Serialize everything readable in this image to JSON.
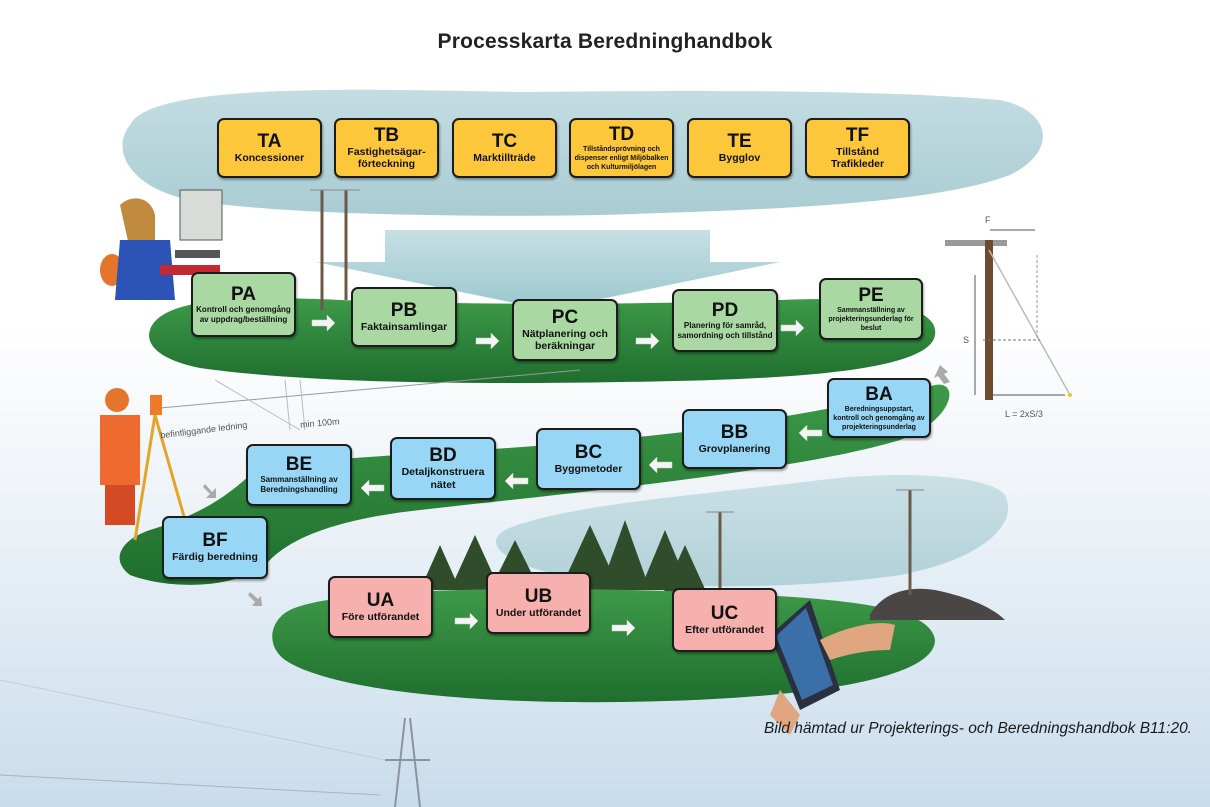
{
  "title": "Processkarta Beredninghandbok",
  "colors": {
    "tillstand": "#fcc73b",
    "projektering": "#a9d8a3",
    "beredning": "#97d7f5",
    "utforande": "#f6b1ae",
    "ground": "#2f8a3c",
    "cloud": "#b6d6dc"
  },
  "tillstand_steps": [
    {
      "code": "TA",
      "label": "Koncessioner"
    },
    {
      "code": "TB",
      "label": "Fastighetsägar-förteckning"
    },
    {
      "code": "TC",
      "label": "Marktillträde"
    },
    {
      "code": "TD",
      "label": "Tillståndsprövning och dispenser enligt Miljöbalken och Kulturmiljölagen"
    },
    {
      "code": "TE",
      "label": "Bygglov"
    },
    {
      "code": "TF",
      "label": "Tillstånd Trafikleder"
    }
  ],
  "projektering_steps": [
    {
      "code": "PA",
      "label": "Kontroll och genomgång av uppdrag/beställning"
    },
    {
      "code": "PB",
      "label": "Faktainsamlingar"
    },
    {
      "code": "PC",
      "label": "Nätplanering och beräkningar"
    },
    {
      "code": "PD",
      "label": "Planering för samråd, samordning och tillstånd"
    },
    {
      "code": "PE",
      "label": "Sammanställning av projekteringsunderlag för beslut"
    }
  ],
  "beredning_steps": [
    {
      "code": "BA",
      "label": "Beredningsuppstart, kontroll och genomgång av projekteringsunderlag"
    },
    {
      "code": "BB",
      "label": "Grovplanering"
    },
    {
      "code": "BC",
      "label": "Byggmetoder"
    },
    {
      "code": "BD",
      "label": "Detaljkonstruera nätet"
    },
    {
      "code": "BE",
      "label": "Sammanställning av Beredningshandling"
    },
    {
      "code": "BF",
      "label": "Färdig beredning"
    }
  ],
  "utforande_steps": [
    {
      "code": "UA",
      "label": "Före utförandet"
    },
    {
      "code": "UB",
      "label": "Under utförandet"
    },
    {
      "code": "UC",
      "label": "Efter utförandet"
    }
  ],
  "annotations": {
    "force": "F",
    "height": "S",
    "formula": "L = 2xS/3",
    "existing_line": "befintliggande ledning",
    "min_distance": "min 100m"
  },
  "caption": "Bild hämtad ur Projekterings- och Beredningshandbok B11:20."
}
